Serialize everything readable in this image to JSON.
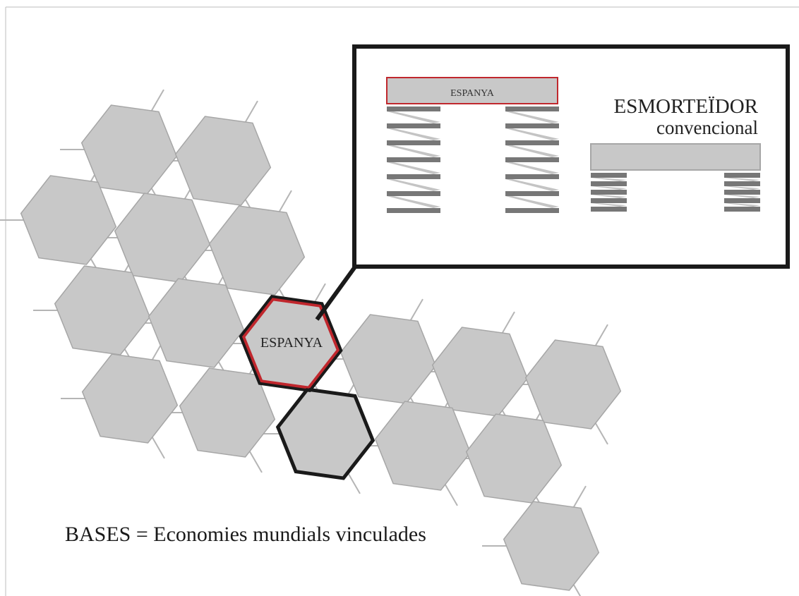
{
  "labels": {
    "espanya_cell": "ESPANYA",
    "espanya_platform": "ESPANYA",
    "shock_title": "ESMORTEÏDOR",
    "shock_subtitle": "convencional",
    "bases_caption": "BASES = Economies mundials vinculades"
  },
  "colors": {
    "hex_fill": "#c8c8c8",
    "hex_stroke": "#a6a6a6",
    "highlight_red": "#c0272d",
    "highlight_black": "#1a1a1a",
    "spring_dark": "#777777",
    "spring_light": "#c4c4c4",
    "frame_black": "#1a1a1a"
  }
}
